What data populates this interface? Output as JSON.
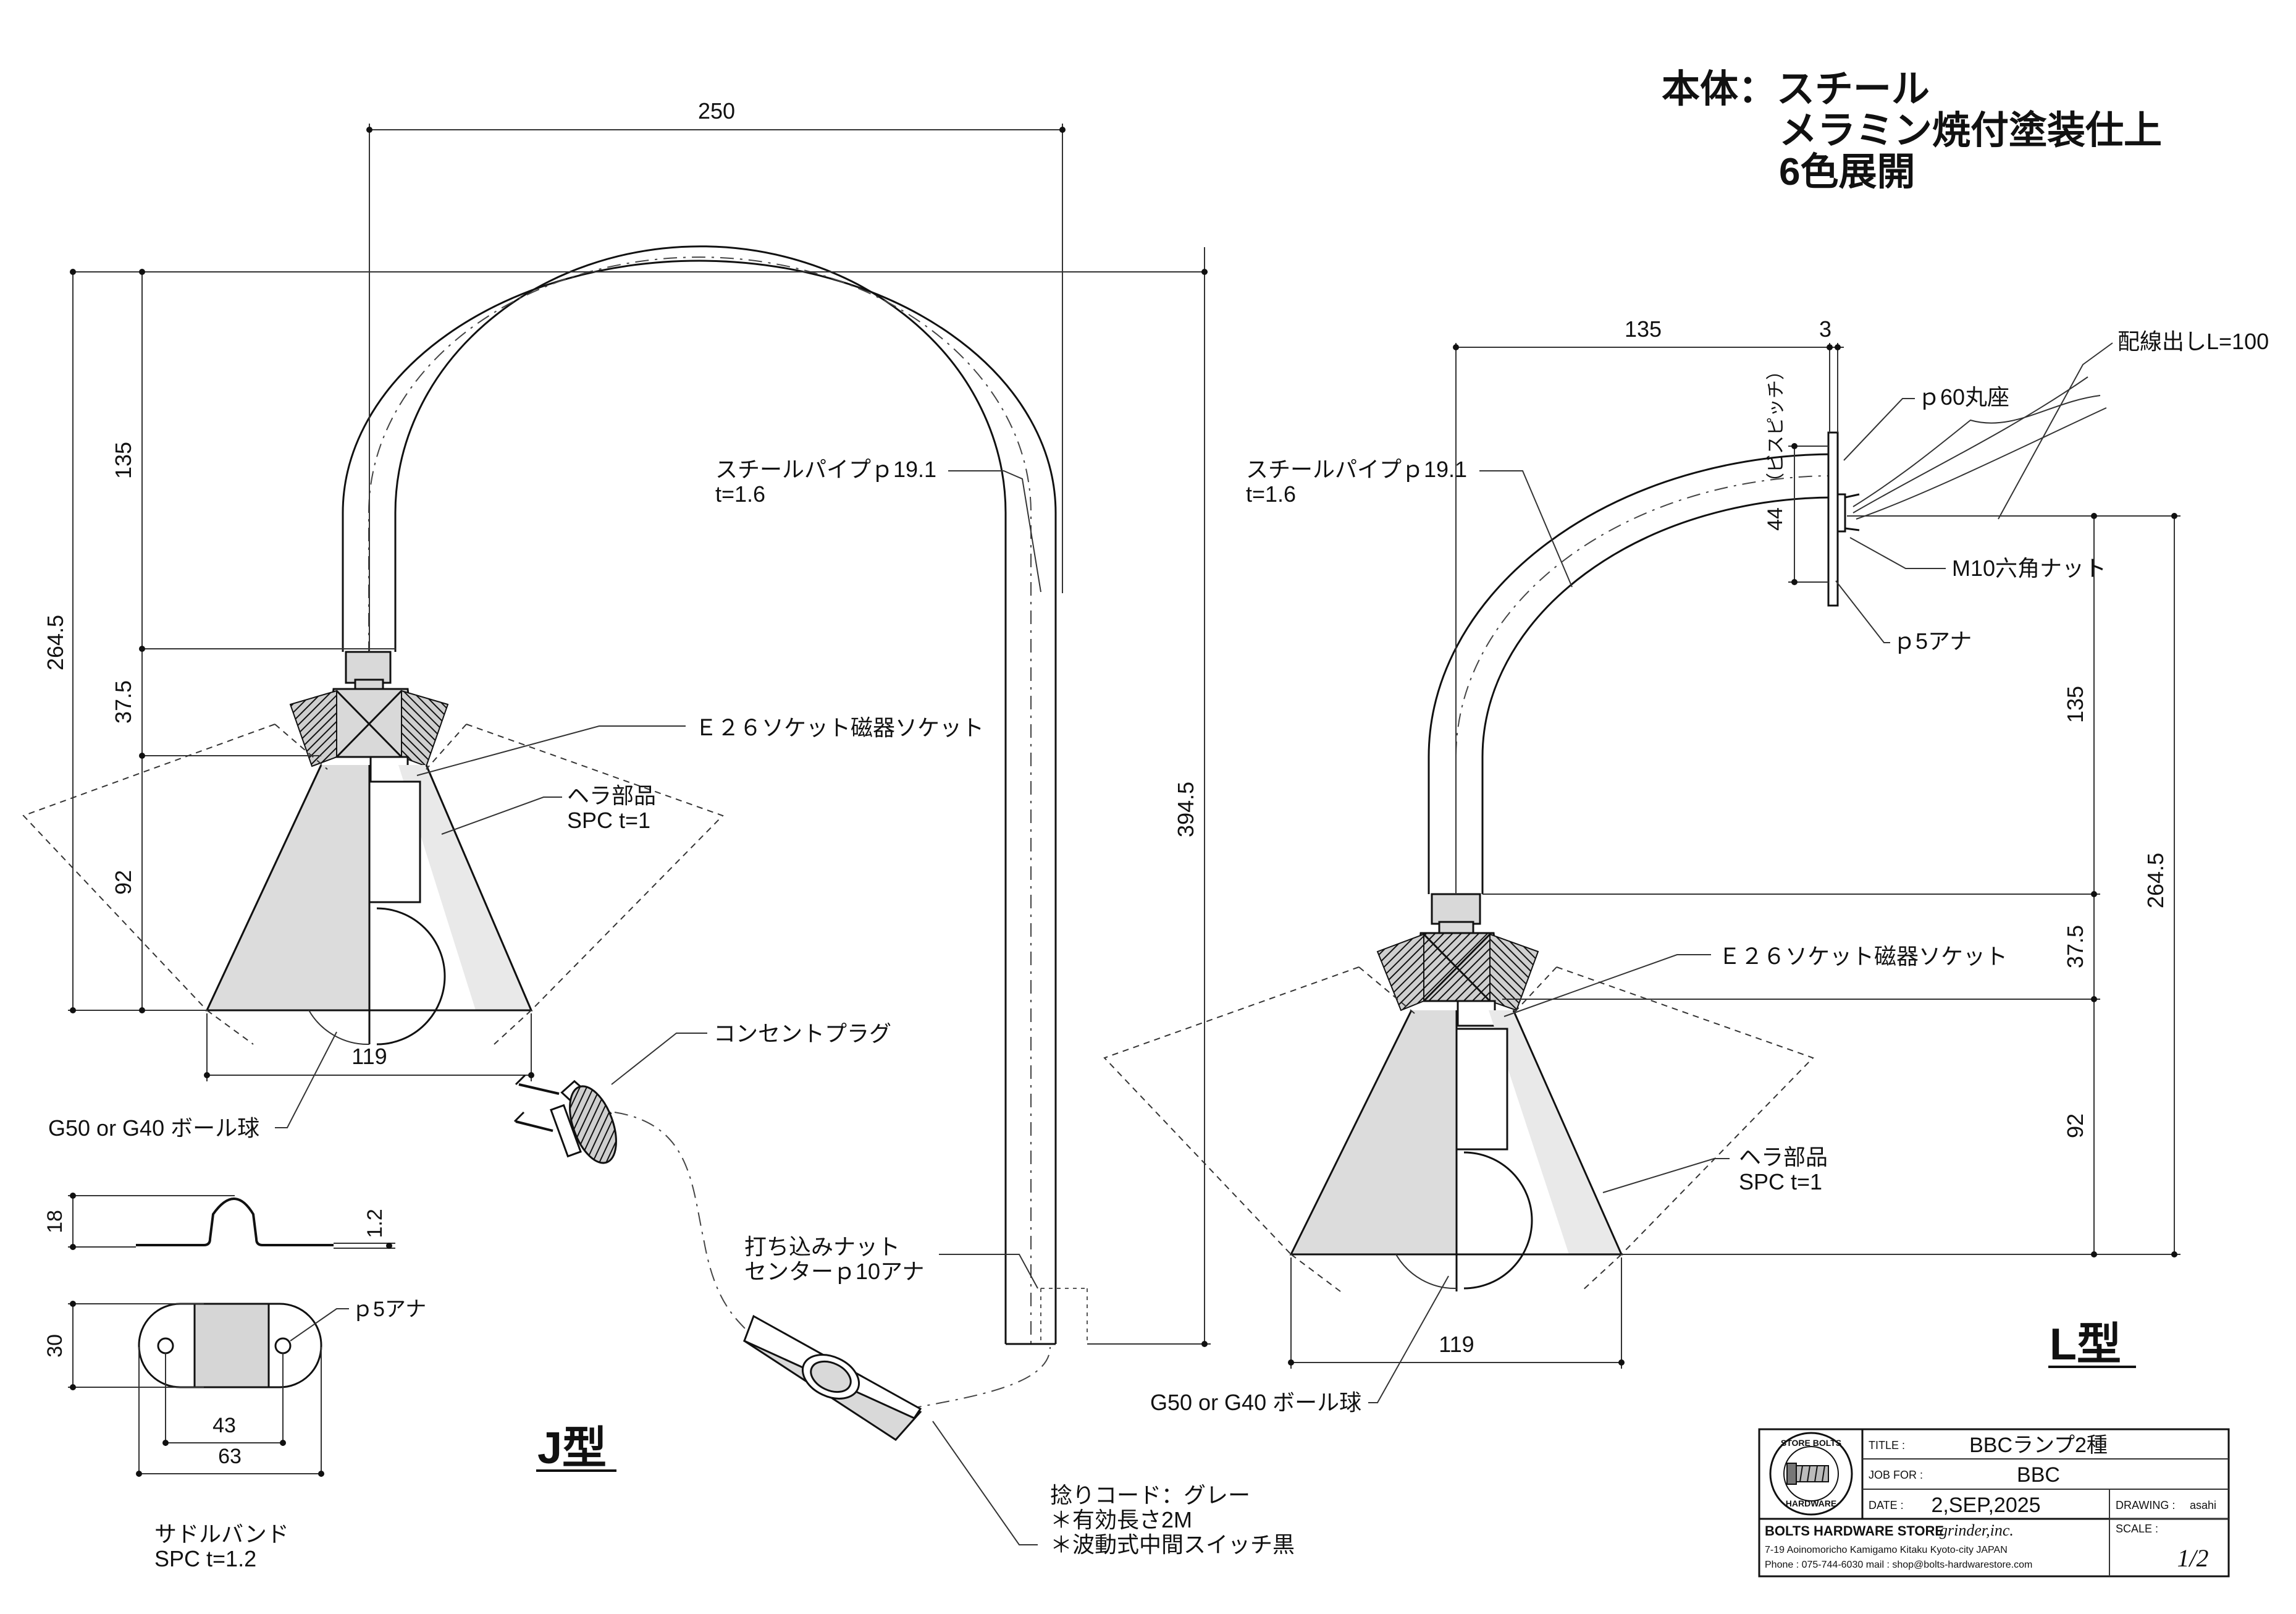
{
  "material_note": {
    "line1": "本体：スチール",
    "line2": "メラミン焼付塗装仕上",
    "line3": "6色展開"
  },
  "j_type": {
    "label": "J型",
    "dims": {
      "top_width": "250",
      "arc_height": "135",
      "total_height": "264.5",
      "socket_height": "37.5",
      "shade_height": "92",
      "pipe_length": "394.5",
      "shade_width": "119"
    },
    "callouts": {
      "pipe_line1": "スチールパイプｐ19.1",
      "pipe_line2": "t=1.6",
      "socket": "Ｅ２６ソケット磁器ソケット",
      "hera_line1": "ヘラ部品",
      "hera_line2": "SPC t=1",
      "bulb": "G50 or G40 ボール球",
      "plug": "コンセントプラグ",
      "nut_line1": "打ち込みナット",
      "nut_line2": "センターｐ10アナ",
      "cord_line1": "捻りコード：グレー",
      "cord_line2": "＊有効長さ2M",
      "cord_line3": "＊波動式中間スイッチ黒"
    }
  },
  "saddle_band": {
    "dims": {
      "height": "18",
      "thickness": "1.2",
      "width": "30",
      "hole_pitch": "43",
      "length": "63"
    },
    "hole": "ｐ5アナ",
    "name_line1": "サドルバンド",
    "name_line2": "SPC t=1.2"
  },
  "l_type": {
    "label": "L型",
    "dims": {
      "top_width": "135",
      "plate": "3",
      "screw_pitch": "44",
      "screw_pitch_note": "（ビスピッチ）",
      "arc_height": "135",
      "total_height": "264.5",
      "socket_height": "37.5",
      "shade_height": "92",
      "shade_width": "119"
    },
    "callouts": {
      "wiring": "配線出しL=100",
      "base": "ｐ60丸座",
      "pipe_line1": "スチールパイプｐ19.1",
      "pipe_line2": "t=1.6",
      "nut": "M10六角ナット",
      "hole": "ｐ5アナ",
      "socket": "Ｅ２６ソケット磁器ソケット",
      "hera_line1": "ヘラ部品",
      "hera_line2": "SPC t=1",
      "bulb": "G50 or G40 ボール球"
    }
  },
  "title_block": {
    "title_label": "TITLE :",
    "title": "BBCランプ2種",
    "job_label": "JOB FOR :",
    "job": "BBC",
    "date_label": "DATE :",
    "date": "2,SEP,2025",
    "drawing_label": "DRAWING :",
    "drawing_by": "asahi",
    "scale_label": "SCALE :",
    "scale": "1/2",
    "company": "BOLTS HARDWARE STORE",
    "company_sub": "grinder,inc.",
    "address": "7-19 Aoinomoricho Kamigamo Kitaku Kyoto-city JAPAN",
    "contact": "Phone : 075-744-6030    mail : shop@bolts-hardwarestore.com",
    "logo_text_top": "STORE BOLTS",
    "logo_text_bottom": "HARDWARE"
  }
}
